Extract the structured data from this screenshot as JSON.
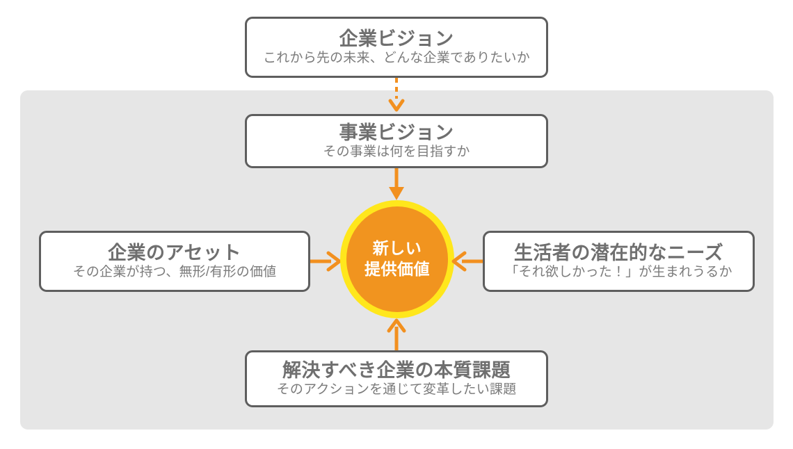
{
  "diagram": {
    "type": "hub-and-spoke flow diagram",
    "colors": {
      "panel_background": "#e6e6e6",
      "page_background": "#ffffff",
      "box_border": "#5e5e5e",
      "box_fill": "#ffffff",
      "title_text": "#6f6f6f",
      "subtitle_text": "#7b7b7b",
      "arrow": "#f2901f",
      "hub_fill": "#f1941f",
      "hub_ring": "#ffe71c",
      "hub_text": "#ffffff"
    },
    "hub": {
      "line1": "新しい",
      "line2": "提供価値"
    },
    "nodes": {
      "corporate_vision": {
        "title": "企業ビジョン",
        "subtitle": "これから先の未来、どんな企業でありたいか"
      },
      "business_vision": {
        "title": "事業ビジョン",
        "subtitle": "その事業は何を目指すか"
      },
      "assets": {
        "title": "企業のアセット",
        "subtitle": "その企業が持つ、無形/有形の価値"
      },
      "needs": {
        "title": "生活者の潜在的なニーズ",
        "subtitle": "「それ欲しかった！」が生まれうるか"
      },
      "issues": {
        "title": "解決すべき企業の本質課題",
        "subtitle": "そのアクションを通じて変革したい課題"
      }
    },
    "connectors": [
      {
        "name": "corporate-vision-to-business-vision",
        "style": "dashed",
        "direction": "down",
        "color": "#f2901f"
      },
      {
        "name": "business-vision-to-hub",
        "style": "solid",
        "direction": "down",
        "color": "#f2901f"
      },
      {
        "name": "assets-to-hub",
        "style": "solid",
        "direction": "right",
        "color": "#f2901f"
      },
      {
        "name": "needs-to-hub",
        "style": "solid",
        "direction": "left",
        "color": "#f2901f"
      },
      {
        "name": "issues-to-hub",
        "style": "solid",
        "direction": "up",
        "color": "#f2901f"
      }
    ]
  }
}
